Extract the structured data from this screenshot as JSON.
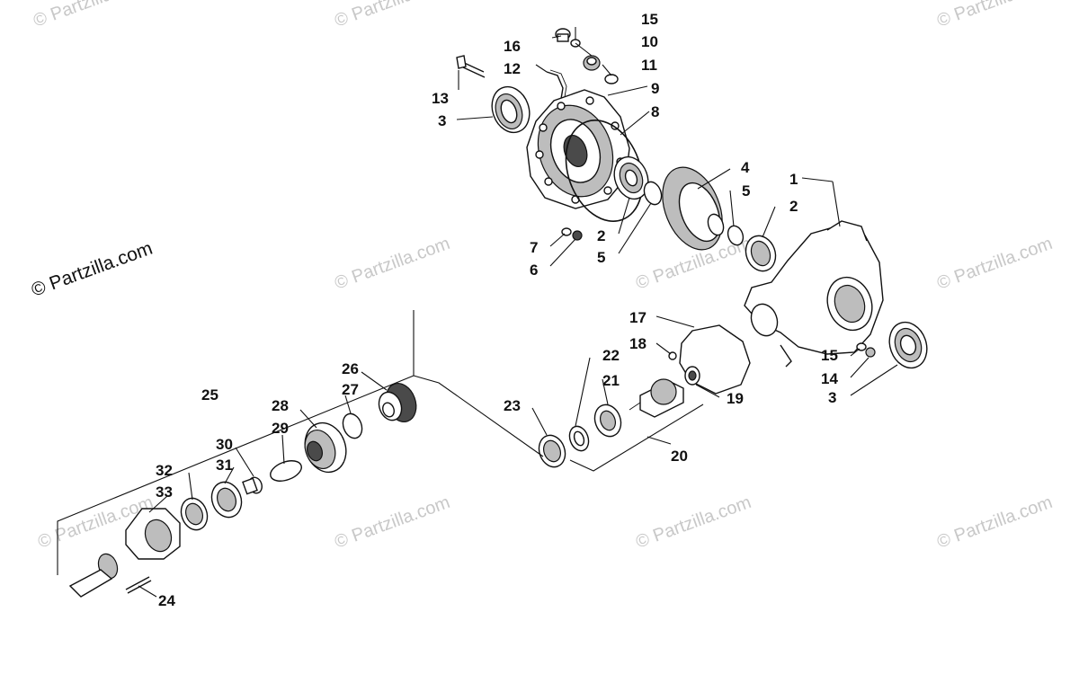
{
  "copyright": "© Partzilla.com",
  "watermark_text": "© Partzilla.com",
  "callouts": {
    "c1": "1",
    "c2a": "2",
    "c2b": "2",
    "c3a": "3",
    "c3b": "3",
    "c4": "4",
    "c5a": "5",
    "c5b": "5",
    "c6": "6",
    "c7": "7",
    "c8": "8",
    "c9": "9",
    "c10": "10",
    "c11": "11",
    "c12": "12",
    "c13": "13",
    "c14": "14",
    "c15a": "15",
    "c15b": "15",
    "c16": "16",
    "c17": "17",
    "c18": "18",
    "c19": "19",
    "c20": "20",
    "c21": "21",
    "c22": "22",
    "c23": "23",
    "c24": "24",
    "c25": "25",
    "c26": "26",
    "c27": "27",
    "c28": "28",
    "c29": "29",
    "c30": "30",
    "c31": "31",
    "c32": "32",
    "c33": "33"
  },
  "colors": {
    "line": "#111111",
    "watermark": "#c8c8c8",
    "background": "#ffffff"
  }
}
